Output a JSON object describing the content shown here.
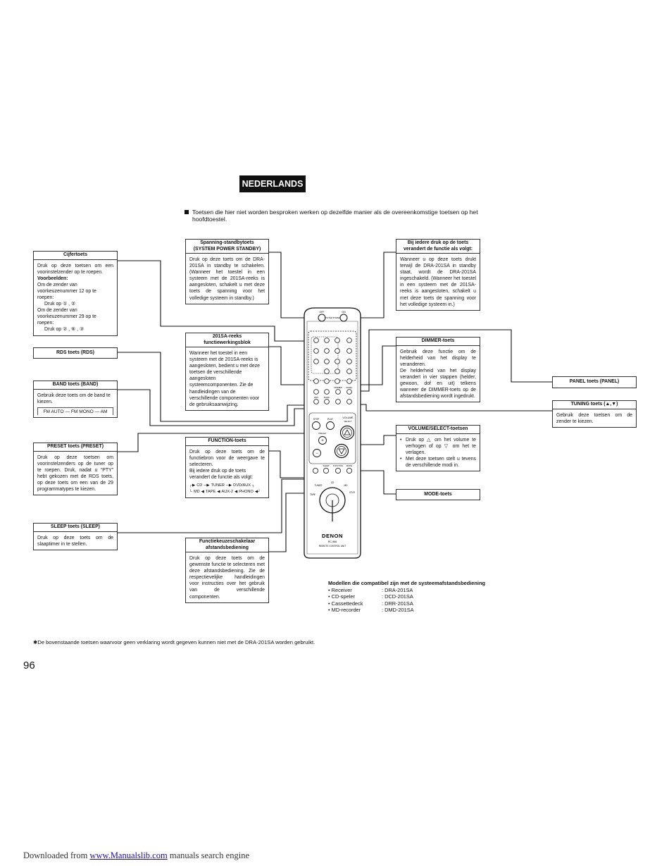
{
  "language_tag": "NEDERLANDS",
  "intro": "Toetsen die hier niet worden besproken werken op dezelfde manier als de overeenkomstige toetsen op het hoofdtoestel.",
  "boxes": {
    "cijfer": {
      "title": "Cijfertoets",
      "body": "Druk op deze toetsen om een voorinstelzender op te roepen.",
      "examples_label": "Voorbeelden:",
      "ex1_intro": "Om de zender van voorkeuzenummer 12 op te roepen:",
      "ex1_press": "Druk op",
      "ex1_keys": "① , ②",
      "ex2_intro": "Om de zender van voorkeuzenummer 29 op te roepen:",
      "ex2_press": "Druk op",
      "ex2_keys": "② , ⑥ , ③"
    },
    "rds": {
      "title": "RDS toets (RDS)"
    },
    "band": {
      "title": "BAND toets (BAND)",
      "body": "Gebruik deze toets om de band te kiezen.",
      "chain": "FM AUTO — FM MONO — AM"
    },
    "preset": {
      "title": "PRESET toets (PRESET)",
      "body": "Druk op deze toetsen om voorinstelzenders op de tuner op te roepen. Druk, nadat u “PTY” hebt gekozen met de RDS toets, op deze toets om een van de 29 programmatypes te kiezen."
    },
    "sleep": {
      "title": "SLEEP toets (SLEEP)",
      "body": "Druk op deze toets om de slaaptimer in te stellen."
    },
    "spanning": {
      "title_line1": "Spanning-standbytoets",
      "title_line2": "(SYSTEM POWER STANDBY)",
      "body": "Druk op deze toets om de DRA-201SA in standby te schakelen. (Wanneer het toestel in een systeem met de 201SA-reeks is aangesloten, schakelt u met deze toets de spanning voor het volledige systeem in standby.)"
    },
    "reeks": {
      "title_line1": "201SA-reeks",
      "title_line2": "functiewerkingsblok",
      "body": "Wanneer het toestel in een systeem met de 201SA-reeks is aangesloten, bedient u met deze toetsen de verschillende aangesloten systeemcomponenten. Zie de handleidingen van de verschillende componenten voor de gebruiksaanwijzing."
    },
    "function": {
      "title": "FUNCTION-toets",
      "body1": "Druk op deze toets om de functiebron voor de weergave te selecteren.",
      "body2": "Bij iedere druk op de toets verandert de functie als volgt:",
      "chain_top": [
        "CD",
        "TUNER",
        "DVD/AUX"
      ],
      "chain_bottom": [
        "MD",
        "TAPE",
        "AUX-2",
        "PHONO"
      ]
    },
    "keuze": {
      "title_line1": "Functiekeuzeschakelaar",
      "title_line2": "afstandsbediening",
      "body": "Druk op deze toets om de gewenste functie te selecteren met deze afstandsbediening. Zie de respectievelijke handleidingen voor instructies over het gebruik van de verschillende componenten."
    },
    "bij": {
      "title_line1": "Bij iedere druk op de toets",
      "title_line2": "verandert de functie als volgt:",
      "body": "Wanneer u op deze toets drukt terwijl de DRA-201SA in standby staat, wordt de DRA-201SA ingeschakeld. (Wanneer het toestel in een systeem met de 201SA-reeks is aangesloten, schakelt u met deze toets de spanning voor het volledige systeem in.)"
    },
    "dimmer": {
      "title": "DIMMER-toets",
      "body1": "Gebruik deze functie om de helderheid van het display te veranderen.",
      "body2": "De helderheid van het display verandert in vier stappen (helder, gewoon, dof en uit) telkens wanneer de DIMMER-toets op de afstandsbediening wordt ingedrukt."
    },
    "volume": {
      "title": "VOLUME/SELECT-toetsen",
      "item1": "Druk op △ om het volume te verhogen of op ▽ om het te verlagen.",
      "item2": "Met deze toetsen stelt u tevens de verschillende modi in."
    },
    "mode": {
      "title": "MODE-toets"
    },
    "panel": {
      "title": "PANEL toets (PANEL)"
    },
    "tuning": {
      "title": "TUNING toets (▲,▼)",
      "body": "Gebruik deze toetsen om de zender te kiezen."
    }
  },
  "remote": {
    "brand": "DENON",
    "model": "RC-968",
    "subtitle": "REMOTE CONTROL UNIT",
    "labels": {
      "off": "OFF",
      "on": "ON",
      "system_power": "SYSTEM POWER",
      "stop": "STOP",
      "play": "PLAY",
      "volume": "VOLUME",
      "select": "SELECT",
      "preset": "PRESET",
      "dimmer": "DIMMER",
      "panel": "PANEL",
      "rds": "RDS",
      "band": "BAND",
      "sleep": "SLEEP",
      "function": "FUNCTION",
      "mode": "MODE",
      "tuner": "TUNER",
      "cd": "CD",
      "md": "MD",
      "tape": "TAPE",
      "cdr": "CD-R"
    }
  },
  "models": {
    "title": "Modellen die compatibel zijn met de systeemafstandsbediening",
    "items": [
      {
        "name": "Receiver",
        "model": ": DRA-201SA"
      },
      {
        "name": "CD-speler",
        "model": ": DCD-201SA"
      },
      {
        "name": "Cassettedeck",
        "model": ": DRR-201SA"
      },
      {
        "name": "MD-recorder",
        "model": ": DMD-201SA"
      }
    ]
  },
  "footnote": "✱De bovenstaande toetsen waarvoor geen verklaring wordt gegeven kunnen niet met de DRA-201SA worden gebruikt.",
  "page_number": "96",
  "download": {
    "prefix": "Downloaded from",
    "link": "www.Manualslib.com",
    "suffix": "manuals search engine"
  }
}
